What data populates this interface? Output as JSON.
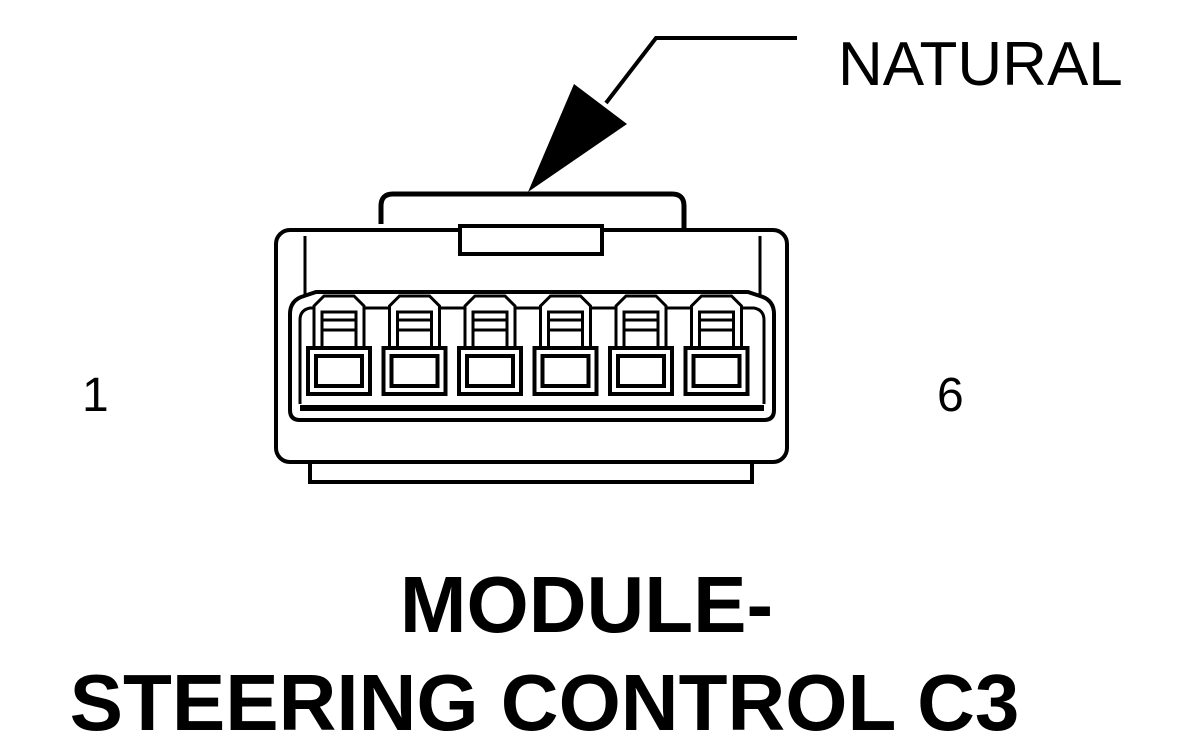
{
  "callout": {
    "label": "NATURAL"
  },
  "connector": {
    "pin_first": "1",
    "pin_last": "6",
    "cavity_count": 6
  },
  "title": {
    "line1": "MODULE-",
    "line2": "STEERING CONTROL C3"
  }
}
